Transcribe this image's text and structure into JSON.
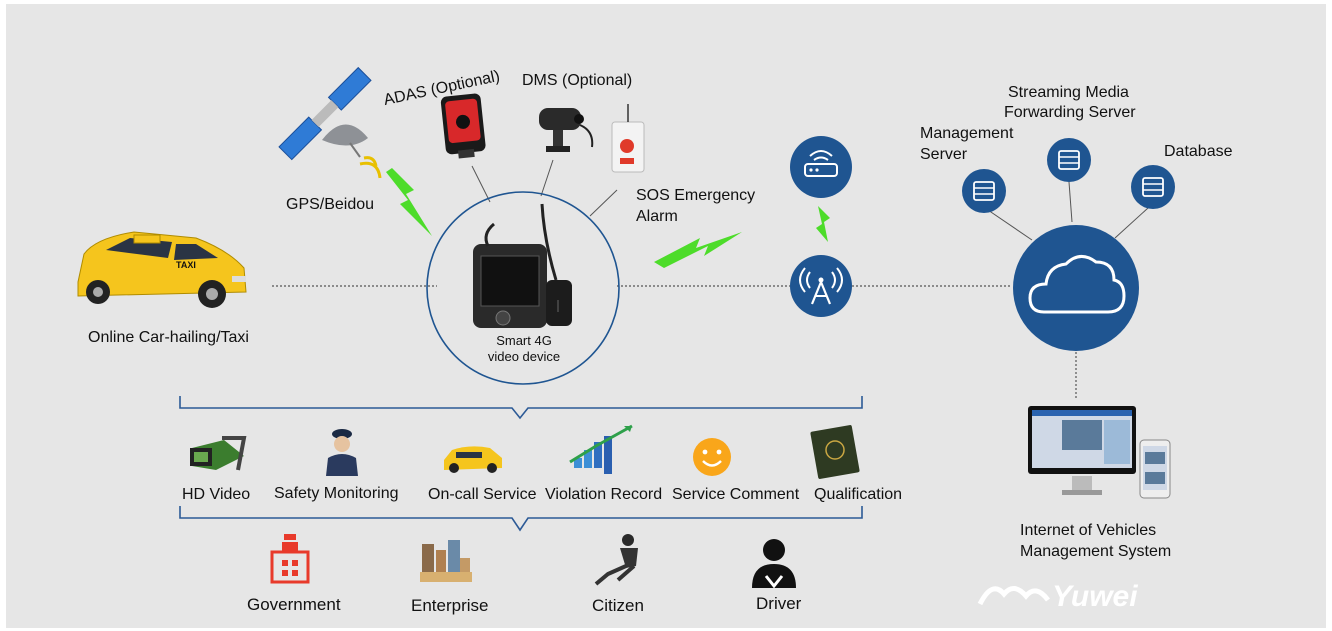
{
  "labels": {
    "gps": "GPS/Beidou",
    "adas": "ADAS (Optional)",
    "dms": "DMS (Optional)",
    "sos_line1": "SOS Emergency",
    "sos_line2": "Alarm",
    "taxi": "Online Car-hailing/Taxi",
    "device_line1": "Smart 4G",
    "device_line2": "video device",
    "management_line1": "Management",
    "management_line2": "Server",
    "streaming_line1": "Streaming Media",
    "streaming_line2": "Forwarding Server",
    "database": "Database",
    "iov_line1": "Internet of Vehicles",
    "iov_line2": "Management System"
  },
  "features": [
    "HD Video",
    "Safety Monitoring",
    "On-call Service",
    "Violation Record",
    "Service Comment",
    "Qualification"
  ],
  "users": [
    "Government",
    "Enterprise",
    "Citizen",
    "Driver"
  ],
  "brand": "Yuwei",
  "taxi_sign": "TAXI",
  "colors": {
    "background": "#e6e6e6",
    "node_blue": "#1f5591",
    "lightning": "#4ddc2a",
    "taxi_yellow": "#f5c51d",
    "line_gray": "#555555",
    "govt_red": "#e83a2b"
  },
  "icons": [
    "satellite-icon",
    "adas-camera-icon",
    "dms-camera-icon",
    "sos-button-icon",
    "taxi-icon",
    "video-device-icon",
    "router-icon",
    "antenna-icon",
    "server-icon",
    "cloud-icon",
    "monitor-icon",
    "phone-icon",
    "film-icon",
    "police-icon",
    "chart-icon",
    "smiley-icon",
    "passport-icon",
    "government-icon",
    "enterprise-icon",
    "citizen-icon",
    "driver-icon"
  ]
}
